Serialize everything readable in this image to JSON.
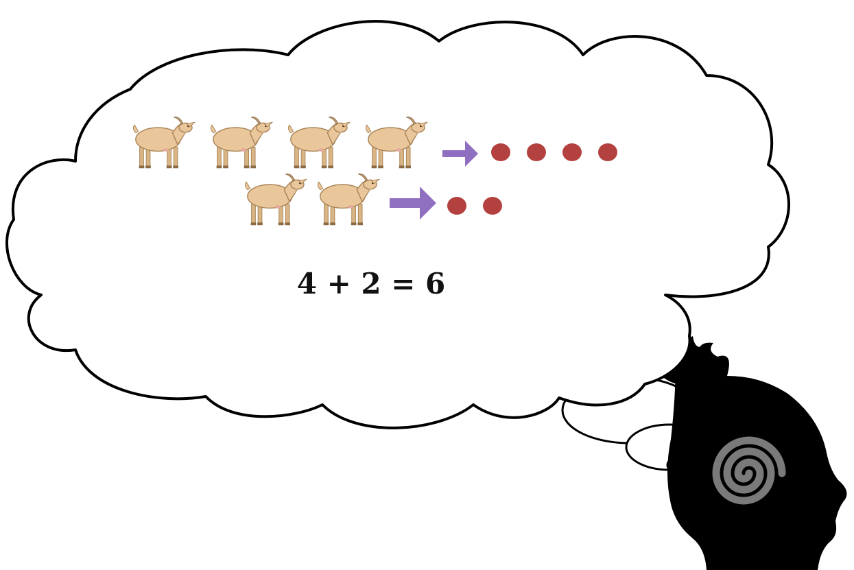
{
  "equation": "4 + 2 = 6",
  "rows": [
    {
      "goats": 4,
      "dots": 4
    },
    {
      "goats": 2,
      "dots": 2
    }
  ],
  "colors": {
    "goat_body": "#e9c79b",
    "goat_outline": "#a98458",
    "arrow": "#8f6fc0",
    "dot": "#b3413f",
    "silhouette": "#000000",
    "spiral": "#7a7a7a",
    "cloud_fill": "#ffffff",
    "cloud_stroke": "#000000"
  },
  "icons": [
    "goat-icon",
    "right-arrow-icon",
    "counter-dot",
    "head-silhouette",
    "spiral-icon"
  ]
}
